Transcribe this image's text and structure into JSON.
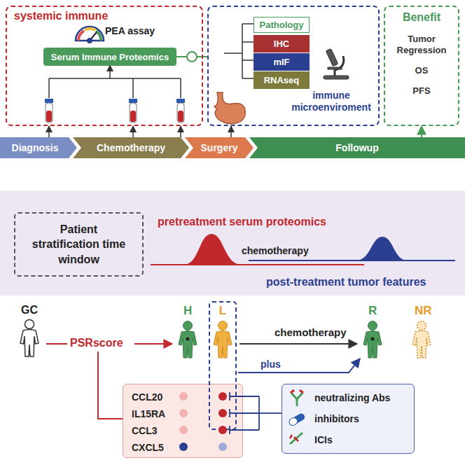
{
  "diagram": {
    "nodes": [
      {
        "text": [
          "systemic immune"
        ]
      },
      {
        "text": [
          "Serum Immune Proteomics"
        ],
        "in": 0
      },
      {
        "text": [
          "immune microenviroment"
        ]
      },
      {
        "text": [
          "Pathology"
        ],
        "in": 2
      },
      {
        "text": [
          "IHC"
        ],
        "in": 2
      },
      {
        "text": [
          "mIF"
        ],
        "in": 2
      },
      {
        "text": [
          "RNAseq"
        ],
        "in": 2
      },
      {
        "text": [
          "Benefit",
          "Tumor Regression",
          "OS",
          "PFS"
        ]
      },
      {
        "text": [
          "Diagnosis"
        ]
      },
      {
        "text": [
          "Chemotherapy"
        ]
      },
      {
        "text": [
          "Surgery"
        ]
      },
      {
        "text": [
          "Followup"
        ]
      },
      {
        "text": [
          "Patient stratification time window"
        ]
      },
      {
        "text": [
          "L"
        ]
      },
      {
        "text": [
          "CCL20",
          "IL15RA",
          "CCL3",
          "CXCL5"
        ]
      },
      {
        "text": [
          "neutralizing Abs",
          "inhibitors",
          "ICIs"
        ]
      }
    ],
    "edges": [
      {
        "from": 1,
        "to": 2,
        "arrow": "none"
      },
      {
        "from": 11,
        "to": 7,
        "arrow": "to"
      }
    ],
    "labels": [
      "PEA assay",
      "pretreatment serum proteomics",
      "chemotherapy",
      "post-treatment tumor features",
      "GC",
      "PSRscore",
      "H",
      "chemotherapy",
      "plus",
      "R",
      "NR"
    ]
  }
}
